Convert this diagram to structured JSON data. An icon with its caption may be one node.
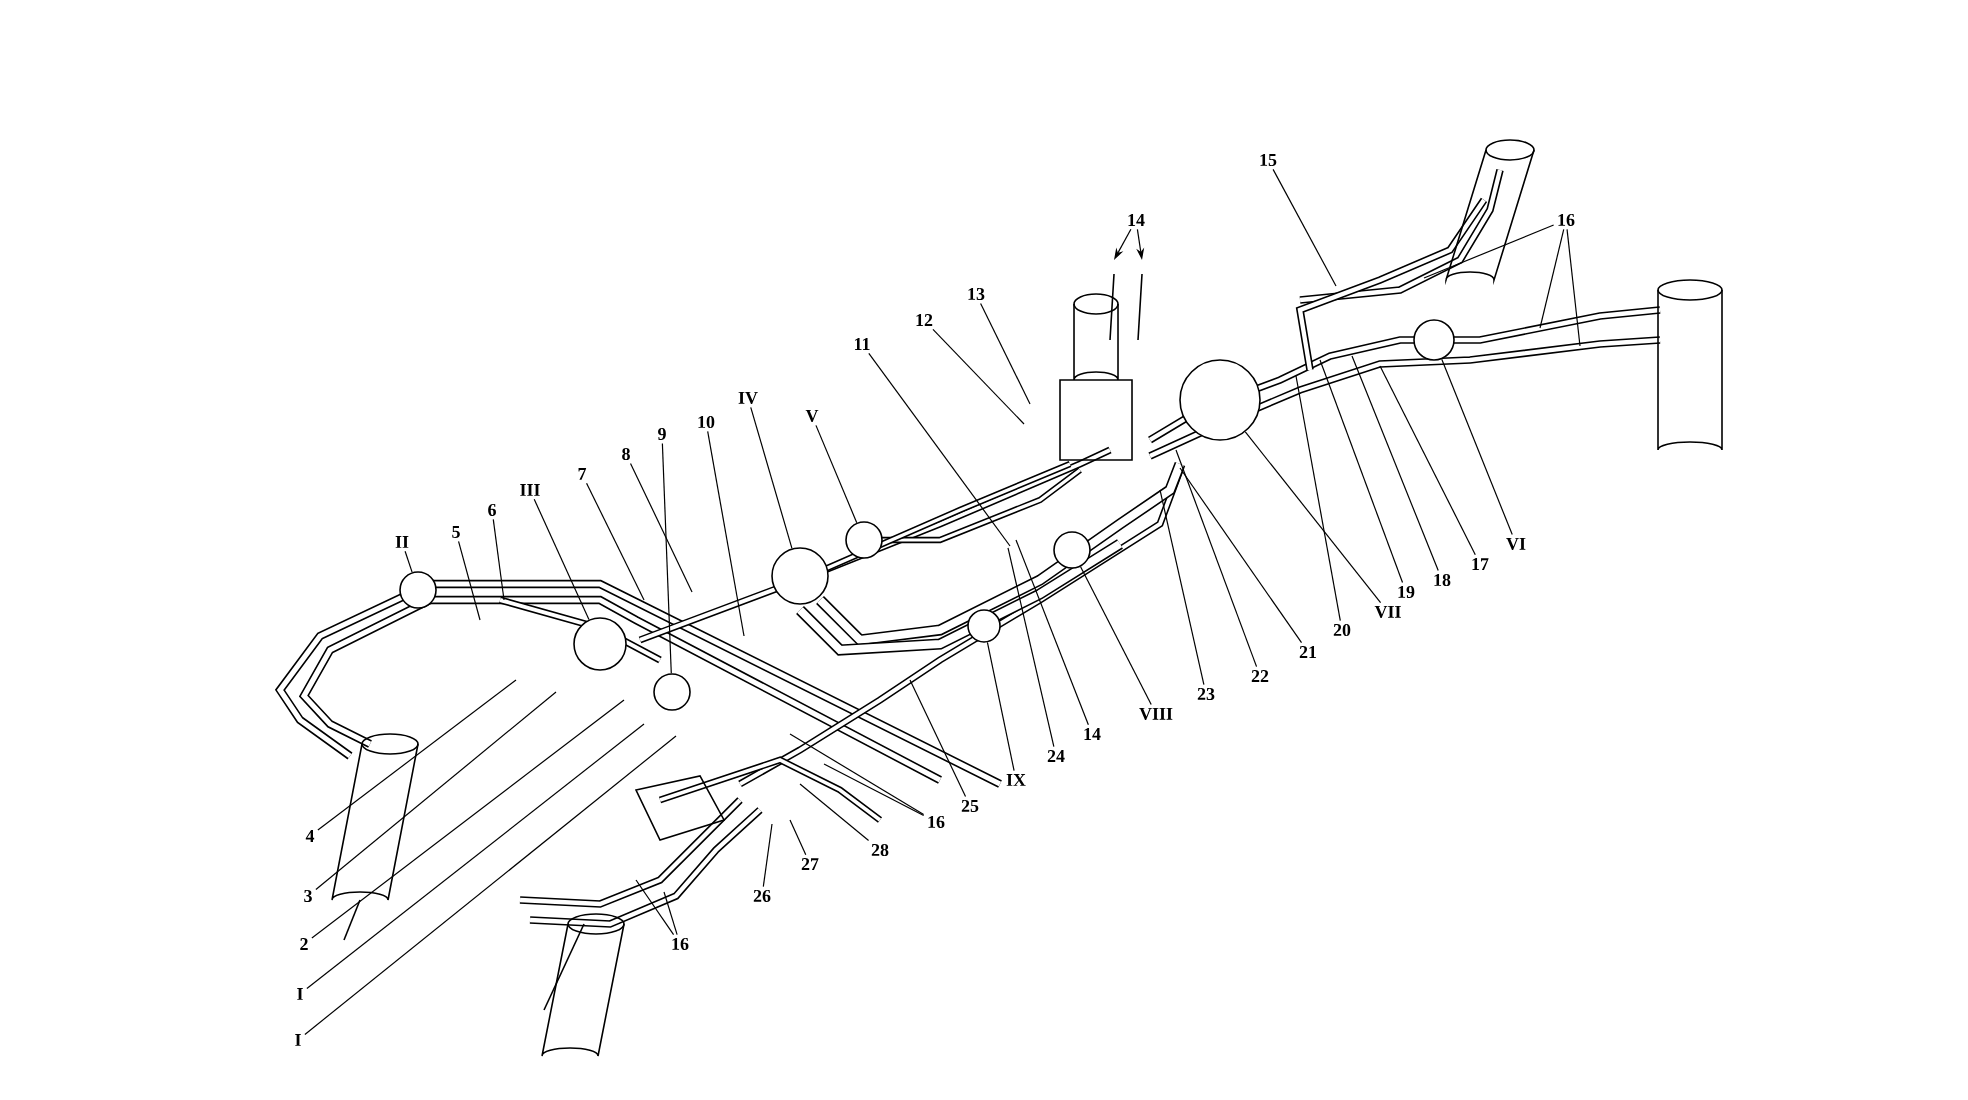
{
  "diagram": {
    "nodes": [
      {
        "text": [
          "II"
        ]
      },
      {
        "text": [
          "5"
        ]
      },
      {
        "text": [
          "6"
        ]
      },
      {
        "text": [
          "III"
        ]
      },
      {
        "text": [
          "7"
        ]
      },
      {
        "text": [
          "8"
        ]
      },
      {
        "text": [
          "9"
        ]
      },
      {
        "text": [
          "10"
        ]
      },
      {
        "text": [
          "IV"
        ]
      },
      {
        "text": [
          "V"
        ]
      },
      {
        "text": [
          "11"
        ]
      },
      {
        "text": [
          "12"
        ]
      },
      {
        "text": [
          "13"
        ]
      },
      {
        "text": [
          "14"
        ]
      },
      {
        "text": [
          "15"
        ]
      },
      {
        "text": [
          "16"
        ]
      },
      {
        "text": [
          "VI"
        ]
      },
      {
        "text": [
          "17"
        ]
      },
      {
        "text": [
          "18"
        ]
      },
      {
        "text": [
          "19"
        ]
      },
      {
        "text": [
          "VII"
        ]
      },
      {
        "text": [
          "20"
        ]
      },
      {
        "text": [
          "21"
        ]
      },
      {
        "text": [
          "22"
        ]
      },
      {
        "text": [
          "23"
        ]
      },
      {
        "text": [
          "VIII"
        ]
      },
      {
        "text": [
          "14"
        ]
      },
      {
        "text": [
          "24"
        ]
      },
      {
        "text": [
          "IX"
        ]
      },
      {
        "text": [
          "25"
        ]
      },
      {
        "text": [
          "16"
        ]
      },
      {
        "text": [
          "28"
        ]
      },
      {
        "text": [
          "27"
        ]
      },
      {
        "text": [
          "26"
        ]
      },
      {
        "text": [
          "16"
        ]
      },
      {
        "text": [
          "4"
        ]
      },
      {
        "text": [
          "3"
        ]
      },
      {
        "text": [
          "2"
        ]
      },
      {
        "text": [
          "I"
        ]
      },
      {
        "text": [
          "I"
        ]
      },
      {
        "text": [],
        "shape": "circle"
      },
      {
        "text": [],
        "shape": "circle"
      },
      {
        "text": [],
        "shape": "circle"
      },
      {
        "text": [],
        "shape": "circle"
      },
      {
        "text": [],
        "shape": "circle"
      },
      {
        "text": [],
        "shape": "circle"
      },
      {
        "text": [],
        "shape": "circle"
      },
      {
        "text": [],
        "shape": "circle"
      },
      {
        "text": [],
        "shape": "circle"
      }
    ],
    "edges": [
      {
        "from": 0,
        "to": 40,
        "arrow": "none"
      },
      {
        "from": 1,
        "to": null,
        "arrow": "none"
      },
      {
        "from": 2,
        "to": null,
        "arrow": "none"
      },
      {
        "from": 3,
        "to": 41,
        "arrow": "none"
      },
      {
        "from": 4,
        "to": null,
        "arrow": "none"
      },
      {
        "from": 5,
        "to": null,
        "arrow": "none"
      },
      {
        "from": 6,
        "to": 42,
        "arrow": "none"
      },
      {
        "from": 7,
        "to": null,
        "arrow": "none"
      },
      {
        "from": 8,
        "to": 43,
        "arrow": "none"
      },
      {
        "from": 9,
        "to": 44,
        "arrow": "none"
      },
      {
        "from": 10,
        "to": null,
        "arrow": "none"
      },
      {
        "from": 11,
        "to": null,
        "arrow": "none"
      },
      {
        "from": 12,
        "to": null,
        "arrow": "none"
      },
      {
        "from": 13,
        "to": null,
        "arrow": "to"
      },
      {
        "from": 13,
        "to": null,
        "arrow": "to"
      },
      {
        "from": 14,
        "to": null,
        "arrow": "none"
      },
      {
        "from": 15,
        "to": null,
        "arrow": "none"
      },
      {
        "from": 15,
        "to": null,
        "arrow": "none"
      },
      {
        "from": 15,
        "to": null,
        "arrow": "none"
      },
      {
        "from": 16,
        "to": 48,
        "arrow": "none"
      },
      {
        "from": 17,
        "to": null,
        "arrow": "none"
      },
      {
        "from": 18,
        "to": null,
        "arrow": "none"
      },
      {
        "from": 19,
        "to": null,
        "arrow": "none"
      },
      {
        "from": 20,
        "to": 47,
        "arrow": "none"
      },
      {
        "from": 21,
        "to": null,
        "arrow": "none"
      },
      {
        "from": 22,
        "to": null,
        "arrow": "none"
      },
      {
        "from": 23,
        "to": null,
        "arrow": "none"
      },
      {
        "from": 24,
        "to": null,
        "arrow": "none"
      },
      {
        "from": 25,
        "to": 46,
        "arrow": "none"
      },
      {
        "from": 26,
        "to": null,
        "arrow": "none"
      },
      {
        "from": 27,
        "to": null,
        "arrow": "none"
      },
      {
        "from": 28,
        "to": 45,
        "arrow": "none"
      },
      {
        "from": 29,
        "to": null,
        "arrow": "none"
      },
      {
        "from": 30,
        "to": null,
        "arrow": "none"
      },
      {
        "from": 30,
        "to": null,
        "arrow": "none"
      },
      {
        "from": 31,
        "to": null,
        "arrow": "none"
      },
      {
        "from": 32,
        "to": null,
        "arrow": "none"
      },
      {
        "from": 33,
        "to": null,
        "arrow": "none"
      },
      {
        "from": 34,
        "to": null,
        "arrow": "none"
      },
      {
        "from": 34,
        "to": null,
        "arrow": "none"
      },
      {
        "from": 35,
        "to": null,
        "arrow": "none"
      },
      {
        "from": 36,
        "to": null,
        "arrow": "none"
      },
      {
        "from": 37,
        "to": null,
        "arrow": "none"
      },
      {
        "from": 38,
        "to": null,
        "arrow": "none"
      },
      {
        "from": 39,
        "to": null,
        "arrow": "none"
      }
    ]
  }
}
